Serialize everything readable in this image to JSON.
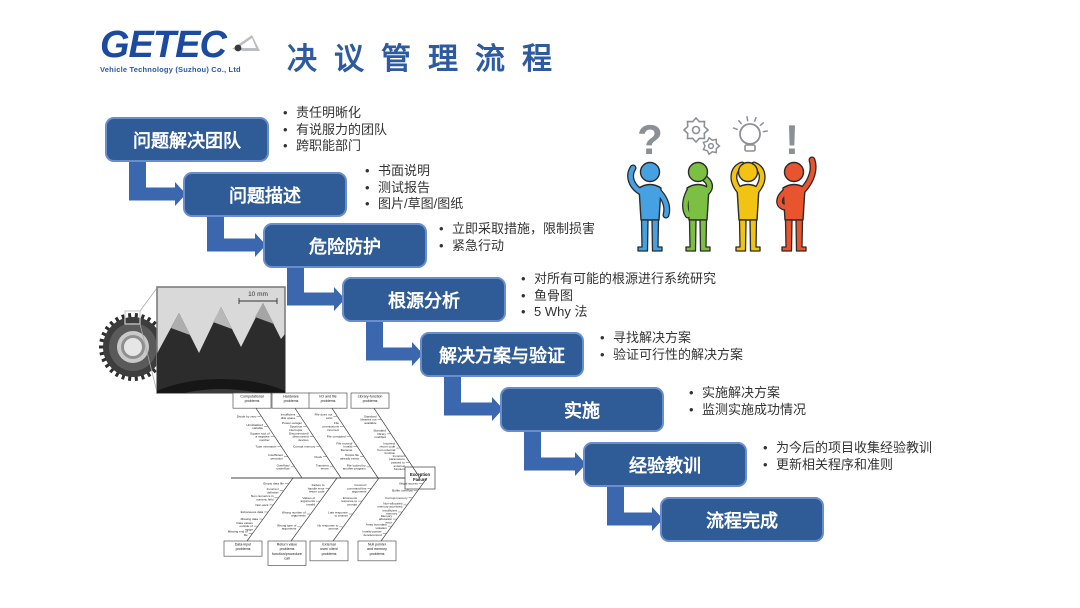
{
  "slide": {
    "title": "决议管理流程"
  },
  "logo": {
    "name": "GETEC",
    "subtitle": "Vehicle Technology (Suzhou) Co., Ltd"
  },
  "steps": [
    {
      "label": "问题解决团队",
      "bullets": [
        "责任明晰化",
        "有说服力的团队",
        "跨职能部门"
      ]
    },
    {
      "label": "问题描述",
      "bullets": [
        "书面说明",
        "测试报告",
        "图片/草图/图纸"
      ]
    },
    {
      "label": "危险防护",
      "bullets": [
        "立即采取措施，限制损害",
        "紧急行动"
      ]
    },
    {
      "label": "根源分析",
      "bullets": [
        "对所有可能的根源进行系统研究",
        "鱼骨图",
        "5 Why 法"
      ]
    },
    {
      "label": "解决方案与验证",
      "bullets": [
        "寻找解决方案",
        "验证可行性的解决方案"
      ]
    },
    {
      "label": "实施",
      "bullets": [
        "实施解决方案",
        "监测实施成功情况"
      ]
    },
    {
      "label": "经验教训",
      "bullets": [
        "为今后的项目收集经验教训",
        "更新相关程序和准则"
      ]
    },
    {
      "label": "流程完成",
      "bullets": []
    }
  ],
  "gear_figure": {
    "scale_label": "10 mm"
  },
  "people_figure": {
    "icons": [
      "question-mark",
      "gears",
      "lightbulb",
      "exclamation-mark"
    ],
    "figure_colors": [
      "#45a1e2",
      "#7cc043",
      "#f2c313",
      "#e8542e"
    ],
    "icon_color": "#8b9095"
  },
  "fishbone": {
    "head": "Exception Failure",
    "top": [
      {
        "label": "Computational problems",
        "items": [
          "Divide by zero",
          "Uninitialized variable",
          "Square root of a negative number",
          "Type mismatch",
          "Insufficient precision",
          "Overflow/ underflow"
        ]
      },
      {
        "label": "Hardware problems",
        "items": [
          "Insufficient disk space",
          "Power outage/ Spurious interrupts",
          "Disconnected/ dismounted devices",
          "Corrupt memory",
          "Clock",
          "Transient errors"
        ]
      },
      {
        "label": "I/O and file problems",
        "items": [
          "File does not exist",
          "File permissions incorrect",
          "File corrupted",
          "File moved/ Invalid filename",
          "Output file already exists",
          "File locked by another program"
        ]
      },
      {
        "label": "Library-function problems",
        "items": [
          "Standard libraries not available",
          "Standard library modified",
          "Incorrect return code from external function",
          "Incorrect parameters passed to external function"
        ]
      }
    ],
    "bottom": [
      {
        "label": "Data-input problems",
        "items": [
          "Empty data file",
          "Incorrect delimiter",
          "Non-numerics in numeric field",
          "Non-ascii",
          "Extraneous data",
          "Missing data",
          "Data values outside of range",
          "Missing end of file"
        ]
      },
      {
        "label": "Return value problems function/procedure call",
        "items": [
          "Failure to handle error return code",
          "Values of arguments invalid",
          "Wrong number of arguments",
          "Wrong type of arguments"
        ]
      },
      {
        "label": "External user/ client problems",
        "items": [
          "Incorrect command-line arguments",
          "Erroneous response to prompt",
          "Late response to prompt",
          "No response to prompt"
        ]
      },
      {
        "label": "Null pointer and memory problems",
        "items": [
          "Illegal access",
          "Buffer overflow",
          "Corrupt memory",
          "Non-allocated memory accessed",
          "Insufficient memory",
          "Memory allocation error",
          "Array boundary violation",
          "Invalid pointer dereferenced"
        ]
      }
    ]
  },
  "colors": {
    "box_fill": "#2f5b96",
    "box_border": "#6a8ecd",
    "arrow": "#3a67ae",
    "title": "#2d5aa0",
    "logo": "#1c4aa0",
    "bullet_text": "#333333"
  }
}
